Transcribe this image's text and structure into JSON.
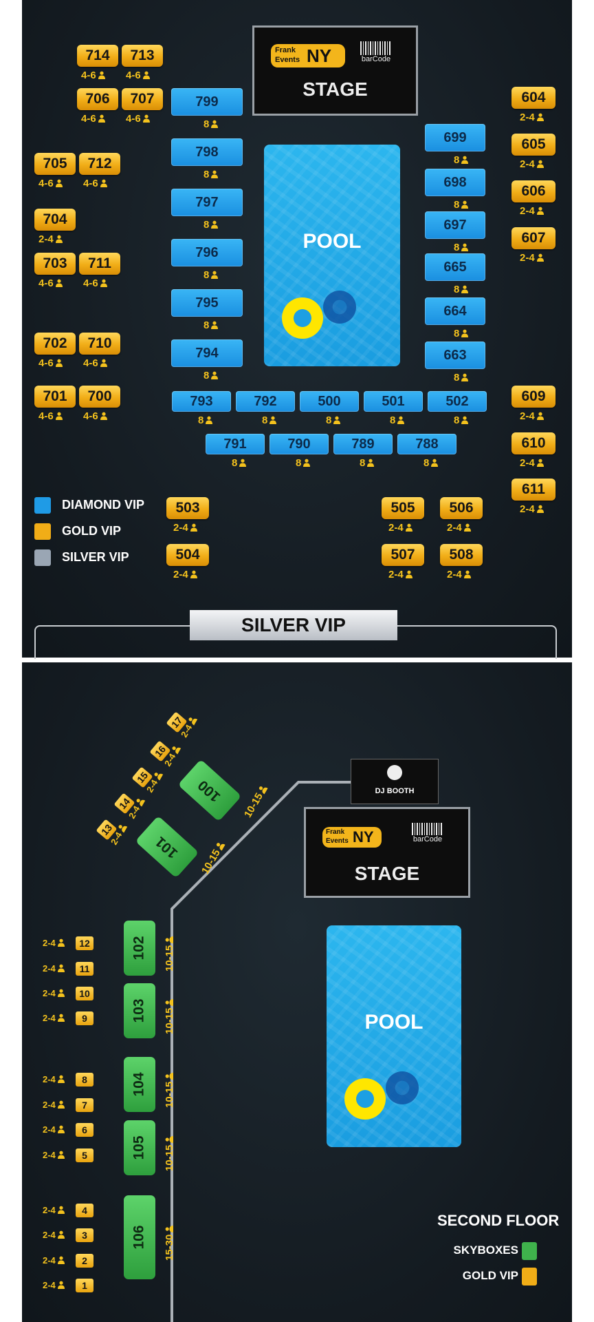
{
  "top": {
    "stage": {
      "title": "STAGE",
      "logo_text": "Frank Events NY",
      "logo_line1": "Frank",
      "logo_line2": "Events",
      "logo_ny": "NY",
      "barcode_text": "barCode"
    },
    "pool": {
      "label": "POOL"
    },
    "gold_left": [
      {
        "id": "714",
        "cap": "4-6"
      },
      {
        "id": "713",
        "cap": "4-6"
      },
      {
        "id": "706",
        "cap": "4-6"
      },
      {
        "id": "707",
        "cap": "4-6"
      },
      {
        "id": "705",
        "cap": "4-6"
      },
      {
        "id": "712",
        "cap": "4-6"
      },
      {
        "id": "704",
        "cap": "2-4"
      },
      {
        "id": "703",
        "cap": "4-6"
      },
      {
        "id": "711",
        "cap": "4-6"
      },
      {
        "id": "702",
        "cap": "4-6"
      },
      {
        "id": "710",
        "cap": "4-6"
      },
      {
        "id": "701",
        "cap": "4-6"
      },
      {
        "id": "700",
        "cap": "4-6"
      }
    ],
    "gold_right": [
      {
        "id": "604",
        "cap": "2-4"
      },
      {
        "id": "605",
        "cap": "2-4"
      },
      {
        "id": "606",
        "cap": "2-4"
      },
      {
        "id": "607",
        "cap": "2-4"
      },
      {
        "id": "609",
        "cap": "2-4"
      },
      {
        "id": "610",
        "cap": "2-4"
      },
      {
        "id": "611",
        "cap": "2-4"
      }
    ],
    "gold_bottom": [
      {
        "id": "503",
        "cap": "2-4"
      },
      {
        "id": "504",
        "cap": "2-4"
      },
      {
        "id": "505",
        "cap": "2-4"
      },
      {
        "id": "506",
        "cap": "2-4"
      },
      {
        "id": "507",
        "cap": "2-4"
      },
      {
        "id": "508",
        "cap": "2-4"
      }
    ],
    "diamond_left": [
      {
        "id": "799",
        "cap": "8"
      },
      {
        "id": "798",
        "cap": "8"
      },
      {
        "id": "797",
        "cap": "8"
      },
      {
        "id": "796",
        "cap": "8"
      },
      {
        "id": "795",
        "cap": "8"
      },
      {
        "id": "794",
        "cap": "8"
      }
    ],
    "diamond_right": [
      {
        "id": "699",
        "cap": "8"
      },
      {
        "id": "698",
        "cap": "8"
      },
      {
        "id": "697",
        "cap": "8"
      },
      {
        "id": "665",
        "cap": "8"
      },
      {
        "id": "664",
        "cap": "8"
      },
      {
        "id": "663",
        "cap": "8"
      }
    ],
    "diamond_row1": [
      {
        "id": "793",
        "cap": "8"
      },
      {
        "id": "792",
        "cap": "8"
      },
      {
        "id": "500",
        "cap": "8"
      },
      {
        "id": "501",
        "cap": "8"
      },
      {
        "id": "502",
        "cap": "8"
      }
    ],
    "diamond_row2": [
      {
        "id": "791",
        "cap": "8"
      },
      {
        "id": "790",
        "cap": "8"
      },
      {
        "id": "789",
        "cap": "8"
      },
      {
        "id": "788",
        "cap": "8"
      }
    ],
    "legend": [
      {
        "label": "DIAMOND VIP",
        "color": "#1f9be6"
      },
      {
        "label": "GOLD VIP",
        "color": "#f1ad17"
      },
      {
        "label": "SILVER VIP",
        "color": "#9aa6b4"
      }
    ],
    "silver_banner": "SILVER VIP"
  },
  "bottom": {
    "dj_booth": "DJ BOOTH",
    "stage": {
      "title": "STAGE"
    },
    "pool": {
      "label": "POOL"
    },
    "diagonal_gold": [
      {
        "id": "17",
        "cap": "2-4"
      },
      {
        "id": "16",
        "cap": "2-4"
      },
      {
        "id": "15",
        "cap": "2-4"
      },
      {
        "id": "14",
        "cap": "2-4"
      },
      {
        "id": "13",
        "cap": "2-4"
      }
    ],
    "diagonal_sky": [
      {
        "id": "100",
        "cap": "10-15"
      },
      {
        "id": "101",
        "cap": "10-15"
      }
    ],
    "column_sky": [
      {
        "id": "102",
        "cap": "10-15"
      },
      {
        "id": "103",
        "cap": "10-15"
      },
      {
        "id": "104",
        "cap": "10-15"
      },
      {
        "id": "105",
        "cap": "10-15"
      },
      {
        "id": "106",
        "cap": "15-30"
      }
    ],
    "column_gold": [
      {
        "id": "12",
        "cap": "2-4"
      },
      {
        "id": "11",
        "cap": "2-4"
      },
      {
        "id": "10",
        "cap": "2-4"
      },
      {
        "id": "9",
        "cap": "2-4"
      },
      {
        "id": "8",
        "cap": "2-4"
      },
      {
        "id": "7",
        "cap": "2-4"
      },
      {
        "id": "6",
        "cap": "2-4"
      },
      {
        "id": "5",
        "cap": "2-4"
      },
      {
        "id": "4",
        "cap": "2-4"
      },
      {
        "id": "3",
        "cap": "2-4"
      },
      {
        "id": "2",
        "cap": "2-4"
      },
      {
        "id": "1",
        "cap": "2-4"
      }
    ],
    "legend_title": "SECOND FLOOR",
    "legend": [
      {
        "label": "SKYBOXES",
        "color": "#3fb24c"
      },
      {
        "label": "GOLD VIP",
        "color": "#f1ad17"
      }
    ]
  }
}
